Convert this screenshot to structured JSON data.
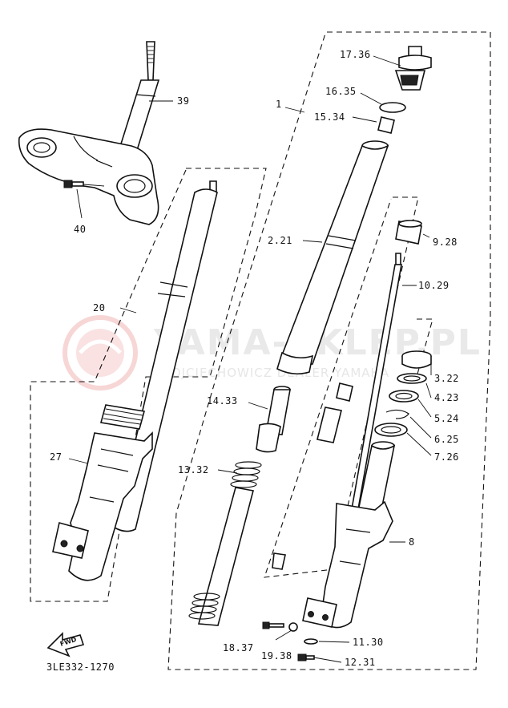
{
  "diagram": {
    "callouts": {
      "c39": "39",
      "c40": "40",
      "c20": "20",
      "c27": "27",
      "c1": "1",
      "c17_36": "17.36",
      "c16_35": "16.35",
      "c15_34": "15.34",
      "c2_21": "2.21",
      "c9_28": "9.28",
      "c10_29": "10.29",
      "c14_33": "14.33",
      "c13_32": "13.32",
      "c3_22": "3.22",
      "c4_23": "4.23",
      "c5_24": "5.24",
      "c6_25": "6.25",
      "c7_26": "7.26",
      "c8": "8",
      "c11_30": "11.30",
      "c18_37": "18.37",
      "c19_38": "19.38",
      "c12_31": "12.31"
    },
    "fwd_label": "FWD",
    "drawing_code": "3LE332-1270",
    "watermark": {
      "title": "YAMA-SKLEP.PL",
      "subtitle": "WOJCIECHOWICZ DEALER YAMAHA"
    }
  }
}
